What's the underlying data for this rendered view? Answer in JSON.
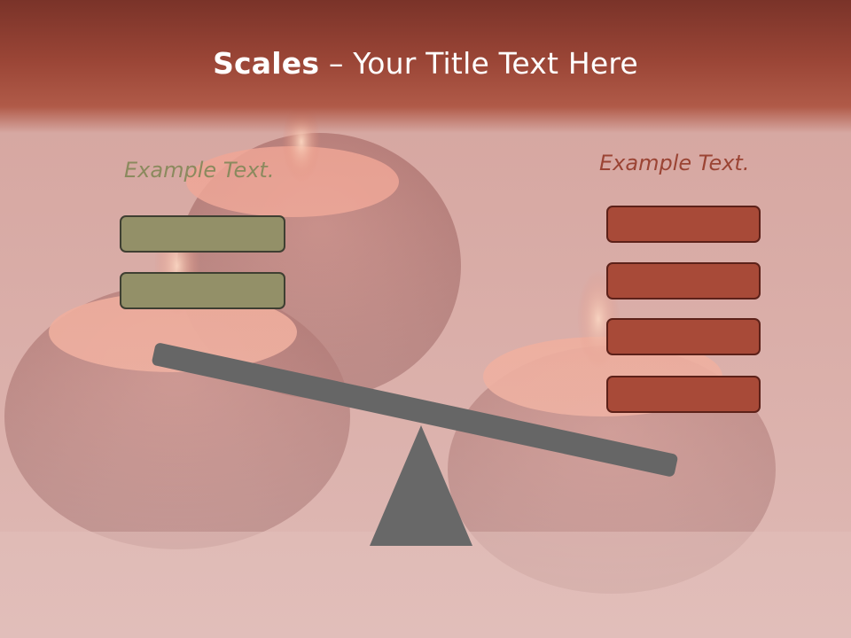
{
  "slide": {
    "title_bold": "Scales",
    "title_rest": " – Your Title Text Here",
    "left_label": "Example Text.",
    "right_label": "Example Text.",
    "colors": {
      "title_bar": "#9a4536",
      "left_box_fill": "#939068",
      "right_box_fill": "#a84a38",
      "scale": "#666666",
      "left_label": "#8b8a5e",
      "right_label": "#9b4434"
    },
    "left_box_count": 2,
    "right_box_count": 4
  }
}
